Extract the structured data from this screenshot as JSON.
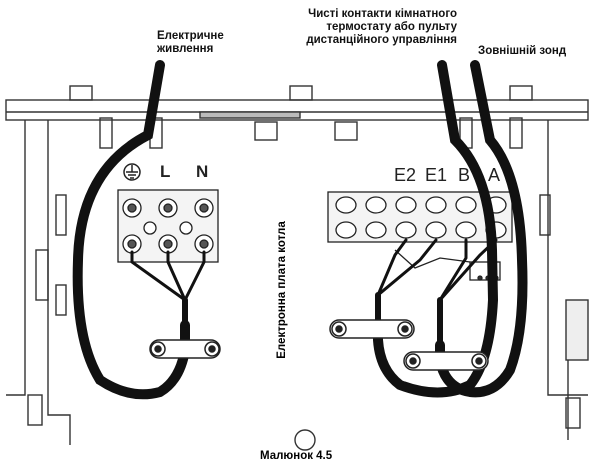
{
  "labels": {
    "power_line1": "Електричне",
    "power_line2": "живлення",
    "thermostat_line1": "Чисті контакти кімнатного",
    "thermostat_line2": "термостату або пульту",
    "thermostat_line3": "дистанційного управління",
    "external_probe": "Зовнішній зонд",
    "board": "Електронна плата котла",
    "caption": "Малюнок 4.5"
  },
  "terminals_left": {
    "ground_symbol": "ground-icon",
    "l": "L",
    "n": "N"
  },
  "terminals_right": {
    "e2": "E2",
    "e1": "E1",
    "b": "B",
    "a": "A"
  }
}
